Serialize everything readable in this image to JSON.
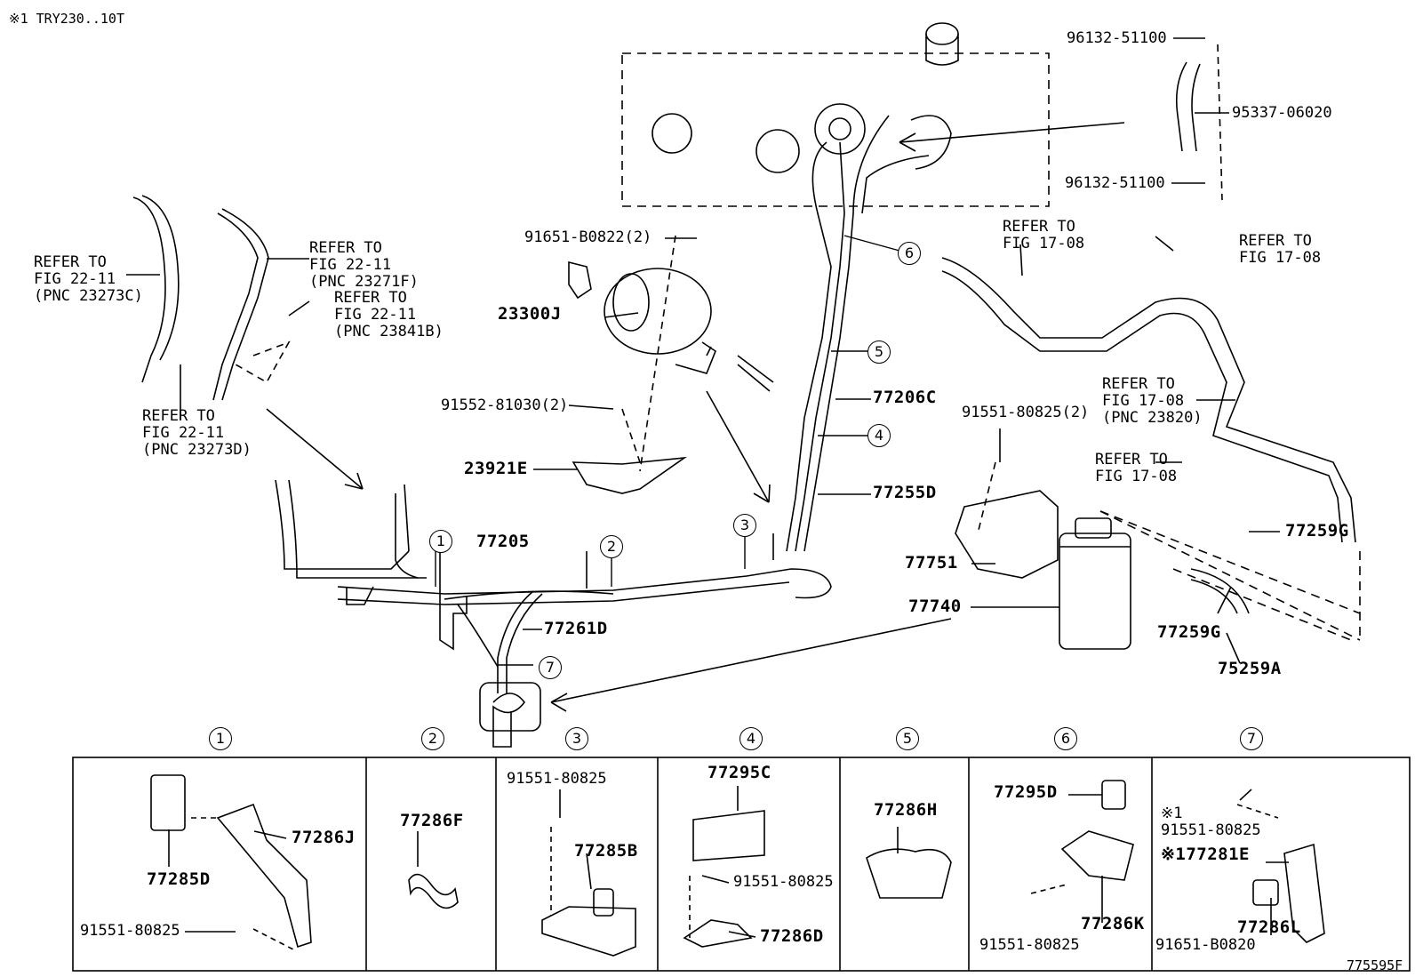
{
  "header": {
    "note": "※1 TRY230..10T"
  },
  "footer": {
    "illustration_code": "775595F"
  },
  "callouts": [
    {
      "id": "1",
      "label": "1"
    },
    {
      "id": "2",
      "label": "2"
    },
    {
      "id": "3",
      "label": "3"
    },
    {
      "id": "4",
      "label": "4"
    },
    {
      "id": "5",
      "label": "5"
    },
    {
      "id": "6",
      "label": "6"
    },
    {
      "id": "7",
      "label": "7"
    }
  ],
  "labels": {
    "p96132_top": "96132-51100",
    "p95337": "95337-06020",
    "p96132_mid": "96132-51100",
    "ref_fig17_08_a": "REFER TO\nFIG 17-08",
    "ref_fig17_08_b": "REFER TO\nFIG 17-08",
    "ref_fig17_08_pnc": "REFER TO\nFIG 17-08\n(PNC 23820)",
    "ref_fig17_08_c": "REFER TO\nFIG 17-08",
    "ref_22_11_c": "REFER TO\nFIG 22-11\n(PNC 23273C)",
    "ref_22_11_f": "REFER TO\nFIG 22-11\n(PNC 23271F)",
    "ref_22_11_b": "REFER TO\nFIG 22-11\n(PNC 23841B)",
    "ref_22_11_d": "REFER TO\nFIG 22-11\n(PNC 23273D)",
    "p91651_b0822": "91651-B0822(2)",
    "p23300j": "23300J",
    "p91552": "91552-81030(2)",
    "p23921e": "23921E",
    "p77206c": "77206C",
    "p77255d": "77255D",
    "p91551_2": "91551-80825(2)",
    "p77205": "77205",
    "p77261d": "77261D",
    "p77751": "77751",
    "p77740": "77740",
    "p77259g_a": "77259G",
    "p77259g_b": "77259G",
    "p75259a": "75259A"
  },
  "panels": [
    {
      "num": "1",
      "parts": {
        "a": "77286J",
        "b": "77285D",
        "c": "91551-80825"
      }
    },
    {
      "num": "2",
      "parts": {
        "a": "77286F"
      }
    },
    {
      "num": "3",
      "parts": {
        "a": "91551-80825",
        "b": "77285B"
      }
    },
    {
      "num": "4",
      "parts": {
        "a": "77295C",
        "b": "91551-80825",
        "c": "77286D"
      }
    },
    {
      "num": "5",
      "parts": {
        "a": "77286H"
      }
    },
    {
      "num": "6",
      "parts": {
        "a": "77295D",
        "b": "77286K",
        "c": "91551-80825"
      }
    },
    {
      "num": "7",
      "parts": {
        "a": "※1\n91551-80825",
        "b": "※177281E",
        "c": "77286L",
        "d": "91651-B0820"
      }
    }
  ]
}
